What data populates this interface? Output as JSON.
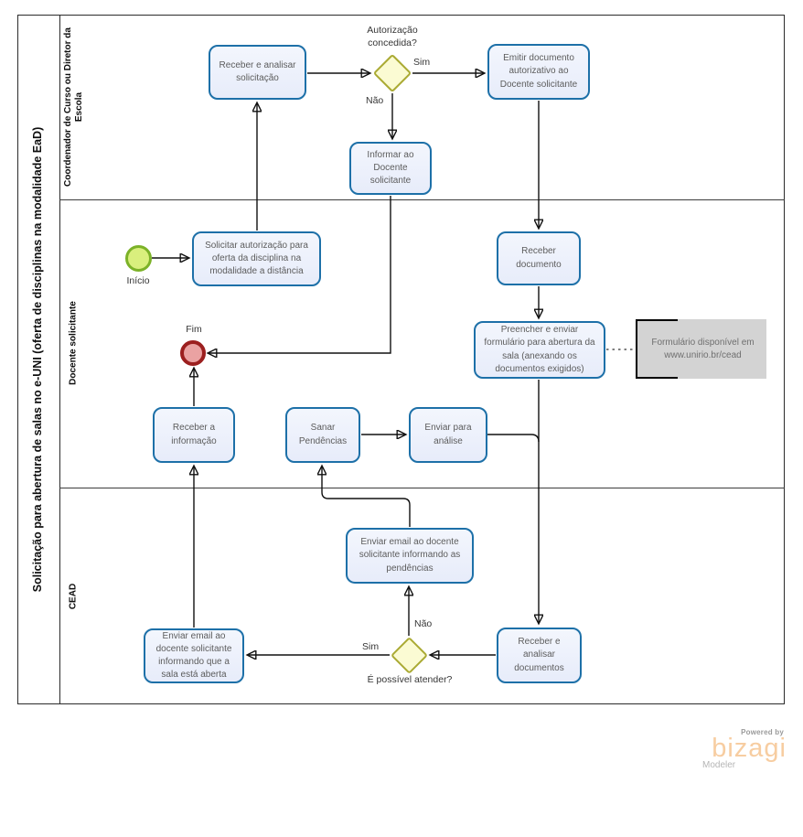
{
  "pool": {
    "title": "Solicitação para abertura de salas no e-UNI (oferta de disciplinas na modalidade EaD)"
  },
  "lanes": [
    {
      "label": "Coordenador de Curso ou Diretor da Escola"
    },
    {
      "label": "Docente  solicitante"
    },
    {
      "label": "CEAD"
    }
  ],
  "tasks": {
    "receber_analisar_solicitacao": "Receber  e analisar solicitação",
    "emitir_documento": "Emitir documento autorizativo ao Docente solicitante",
    "informar_docente": "Informar ao Docente solicitante",
    "solicitar_autorizacao": "Solicitar autorização para oferta da disciplina na modalidade a distância",
    "receber_documento": "Receber documento",
    "preencher_enviar": "Preencher e enviar formulário para abertura da sala (anexando os documentos exigidos)",
    "receber_informacao": "Receber a informação",
    "sanar_pendencias": "Sanar Pendências",
    "enviar_analise": "Enviar para análise",
    "enviar_email_pendencias": "Enviar email ao docente solicitante informando as pendências",
    "receber_analisar_documentos": "Receber e analisar documentos",
    "enviar_email_sala_aberta": "Enviar email ao docente solicitante informando que a sala está aberta"
  },
  "events": {
    "start_label": "Início",
    "end_label": "Fim"
  },
  "gateways": {
    "g1": {
      "question": "Autorização concedida?",
      "yes": "Sim",
      "no": "Não"
    },
    "g2": {
      "question": "É possível atender?",
      "yes": "Sim",
      "no": "Não"
    }
  },
  "annotation": {
    "text": "Formulário disponível em www.unirio.br/cead"
  },
  "branding": {
    "powered_by": "Powered by",
    "name": "bizagi",
    "product": "Modeler"
  },
  "colors": {
    "task_fill": "#eaeefb",
    "task_border": "#1d70a8",
    "gateway_fill": "#fbfbd3",
    "gateway_border": "#aaaa33",
    "start_fill": "#d9ef7d",
    "start_border": "#7cb228",
    "end_fill": "#eaa2a2",
    "end_border": "#9c1f1f",
    "annotation_fill": "#d3d3d3",
    "logo_orange": "#f7cda1"
  }
}
